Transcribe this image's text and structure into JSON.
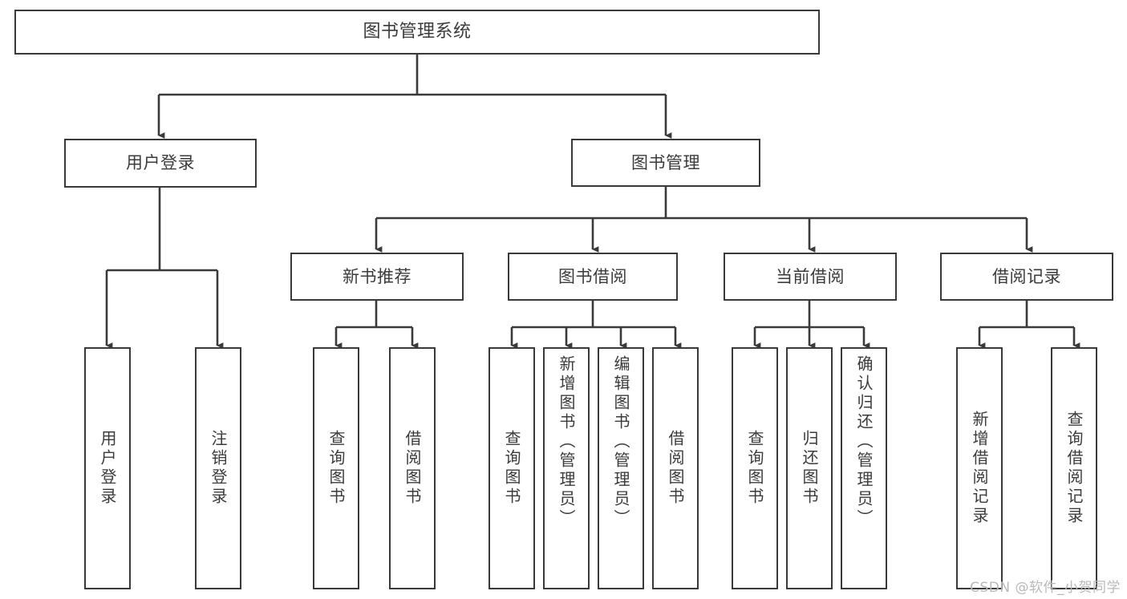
{
  "diagram": {
    "title": "图书管理系统",
    "type": "tree-hierarchy-chart",
    "watermark": "CSDN @软件_小贺同学",
    "colors": {
      "stroke": "#3a3a3a",
      "fill": "#ffffff",
      "text": "#3b3b3b",
      "watermark": "#b9b9b9"
    },
    "nodes": {
      "root": {
        "label": "图书管理系统"
      },
      "level1": [
        {
          "id": "user-login",
          "label": "用户登录"
        },
        {
          "id": "book-manage",
          "label": "图书管理"
        }
      ],
      "level2": [
        {
          "id": "new-book-rec",
          "label": "新书推荐"
        },
        {
          "id": "book-borrow",
          "label": "图书借阅"
        },
        {
          "id": "current-borrow",
          "label": "当前借阅"
        },
        {
          "id": "borrow-record",
          "label": "借阅记录"
        }
      ],
      "leaves": {
        "user-login": [
          {
            "id": "leaf-user-login",
            "label": "用户登录"
          },
          {
            "id": "leaf-logout",
            "label": "注销登录"
          }
        ],
        "new-book-rec": [
          {
            "id": "leaf-query-book-1",
            "label": "查询图书"
          },
          {
            "id": "leaf-borrow-book-1",
            "label": "借阅图书"
          }
        ],
        "book-borrow": [
          {
            "id": "leaf-query-book-2",
            "label": "查询图书"
          },
          {
            "id": "leaf-add-book",
            "label": "新增图书（管理员）"
          },
          {
            "id": "leaf-edit-book",
            "label": "编辑图书（管理员）"
          },
          {
            "id": "leaf-borrow-book-2",
            "label": "借阅图书"
          }
        ],
        "current-borrow": [
          {
            "id": "leaf-query-book-3",
            "label": "查询图书"
          },
          {
            "id": "leaf-return-book",
            "label": "归还图书"
          },
          {
            "id": "leaf-confirm-return",
            "label": "确认归还（管理员）"
          }
        ],
        "borrow-record": [
          {
            "id": "leaf-add-record",
            "label": "新增借阅记录"
          },
          {
            "id": "leaf-query-record",
            "label": "查询借阅记录"
          }
        ]
      }
    }
  }
}
